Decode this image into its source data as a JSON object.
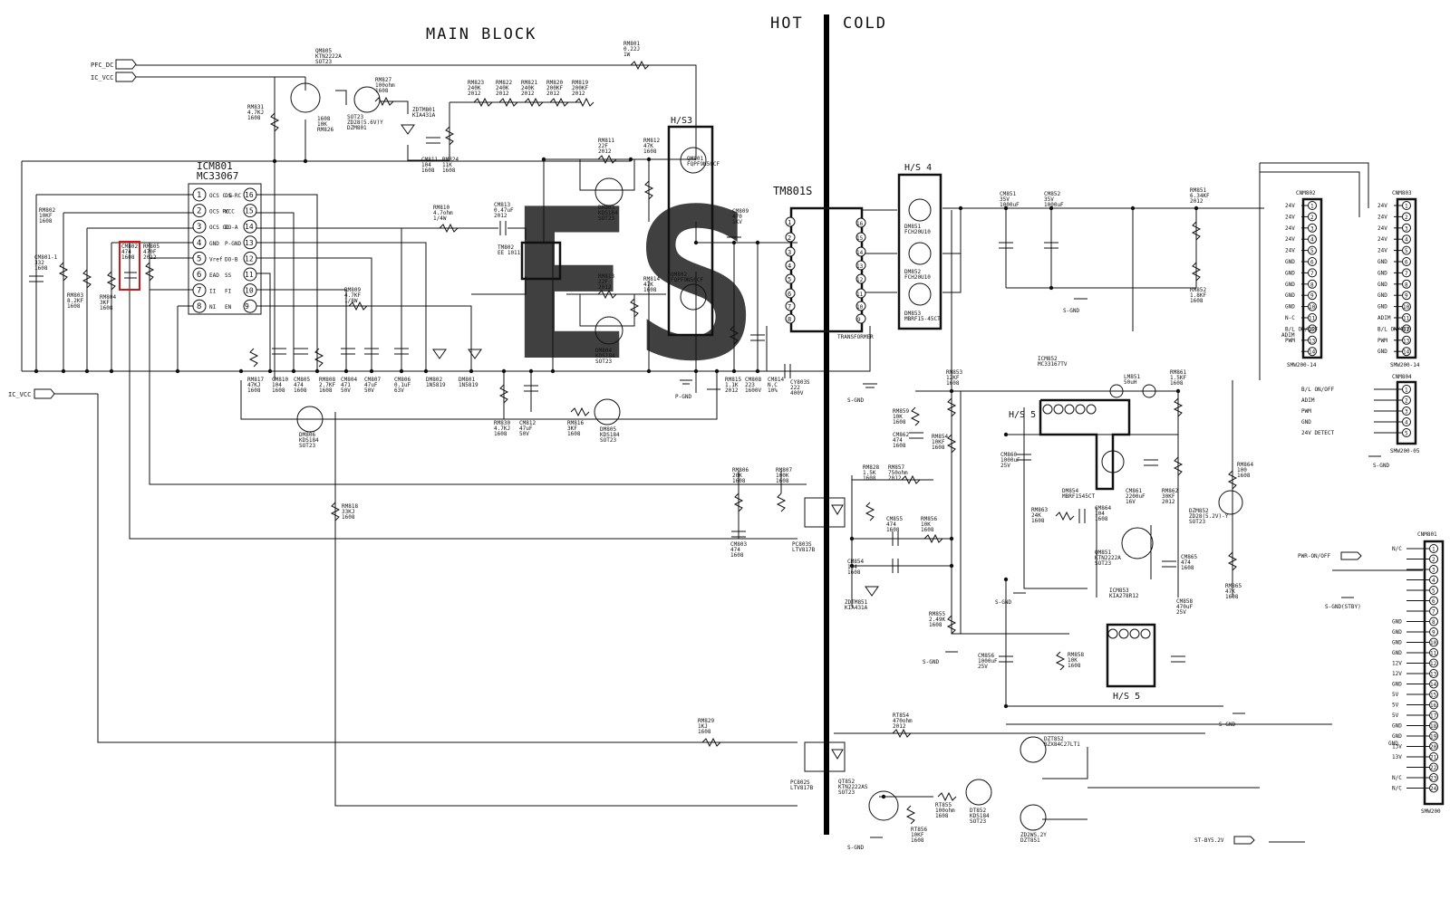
{
  "title": "MAIN BLOCK",
  "hot_label": "HOT",
  "cold_label": "COLD",
  "watermark": "ES",
  "ic_main": {
    "ref": "ICM801",
    "part": "MC33067",
    "left_pins": [
      {
        "n": "1",
        "name": "OCS C-G"
      },
      {
        "n": "2",
        "name": "OCS RC"
      },
      {
        "n": "3",
        "name": "OCS CC"
      },
      {
        "n": "4",
        "name": "GND"
      },
      {
        "n": "5",
        "name": "Vref"
      },
      {
        "n": "6",
        "name": "EAD"
      },
      {
        "n": "7",
        "name": "II"
      },
      {
        "n": "8",
        "name": "NI"
      }
    ],
    "right_pins": [
      {
        "n": "16",
        "name": "OS-RC"
      },
      {
        "n": "15",
        "name": "VCC"
      },
      {
        "n": "14",
        "name": "DO-A"
      },
      {
        "n": "13",
        "name": "P-GND"
      },
      {
        "n": "12",
        "name": "DO-B"
      },
      {
        "n": "11",
        "name": "SS"
      },
      {
        "n": "10",
        "name": "FI"
      },
      {
        "n": "9",
        "name": "EN"
      }
    ]
  },
  "nets": {
    "pfc_dc": "PFC_DC",
    "ic_vcc": "IC_VCC",
    "ic_vcc2": "IC_VCC",
    "p_gnd": "P-GND",
    "s_gnd": "S-GND",
    "s_gnd_stby": "S-GND(STBY)",
    "pwr_on_off": "PWR-ON/OFF",
    "st_by": "ST-BY5.2V"
  },
  "heatsinks": {
    "hs3": "H/S3",
    "hs4": "H/S 4",
    "hs5a": "H/S 5",
    "hs5b": "H/S 5"
  },
  "transformer": {
    "ref": "TM801S",
    "note": "TRANSFORMER",
    "pins": [
      "1",
      "2",
      "3",
      "4",
      "5",
      "6",
      "7",
      "8",
      "16",
      "15",
      "14",
      "13",
      "12",
      "11",
      "10",
      "9"
    ]
  },
  "labels": [
    {
      "id": "rm801",
      "lines": [
        "RM801",
        "0.22J",
        "1W"
      ]
    },
    {
      "id": "qm805",
      "lines": [
        "QM805",
        "KTN2222A",
        "SOT23"
      ]
    },
    {
      "id": "rm827",
      "lines": [
        "RM827",
        "100ohm",
        "1608"
      ]
    },
    {
      "id": "rm831",
      "lines": [
        "RM831",
        "4.7KJ",
        "1608"
      ]
    },
    {
      "id": "sot23a",
      "lines": [
        "SOT23",
        "ZD28(5.6V)Y",
        "DZM801"
      ]
    },
    {
      "id": "rm826",
      "lines": [
        "1608",
        "10K",
        "RM826"
      ]
    },
    {
      "id": "ztm801",
      "lines": [
        "ZDTM801",
        "KIA431A"
      ]
    },
    {
      "id": "rm823",
      "lines": [
        "RM823",
        "240K",
        "2012"
      ]
    },
    {
      "id": "rm822",
      "lines": [
        "RM822",
        "240K",
        "2012"
      ]
    },
    {
      "id": "rm821",
      "lines": [
        "RM821",
        "240K",
        "2012"
      ]
    },
    {
      "id": "rm820",
      "lines": [
        "RM820",
        "200KF",
        "2012"
      ]
    },
    {
      "id": "rm819",
      "lines": [
        "RM819",
        "200KF",
        "2012"
      ]
    },
    {
      "id": "cm811",
      "lines": [
        "CM811",
        "104",
        "1608"
      ]
    },
    {
      "id": "rm824",
      "lines": [
        "RM824",
        "11K",
        "1608"
      ]
    },
    {
      "id": "rm802",
      "lines": [
        "RM802",
        "10KF",
        "1608"
      ]
    },
    {
      "id": "cm8011",
      "lines": [
        "CM801-1",
        "332",
        "1608"
      ]
    },
    {
      "id": "rm803",
      "lines": [
        "RM803",
        "8.2KF",
        "1608"
      ]
    },
    {
      "id": "cm802",
      "lines": [
        "CM802",
        "474",
        "1608"
      ]
    },
    {
      "id": "rm804",
      "lines": [
        "RM804",
        "3KF",
        "1608"
      ]
    },
    {
      "id": "rm805",
      "lines": [
        "RM805",
        "470F",
        "2012"
      ]
    },
    {
      "id": "rm811",
      "lines": [
        "RM811",
        "22F",
        "2012"
      ]
    },
    {
      "id": "rm812",
      "lines": [
        "RM812",
        "47K",
        "1608"
      ]
    },
    {
      "id": "dm803",
      "lines": [
        "DM803",
        "KDS184",
        "SOT23"
      ]
    },
    {
      "id": "qm801",
      "lines": [
        "QM801",
        "FQPF9N50CF"
      ]
    },
    {
      "id": "qm802",
      "lines": [
        "QM802",
        "FQPF9N50CF"
      ]
    },
    {
      "id": "cm813",
      "lines": [
        "CM813",
        "0.47uF",
        "2012"
      ]
    },
    {
      "id": "rm810",
      "lines": [
        "RM810",
        "4.7ohm",
        "1/4W"
      ]
    },
    {
      "id": "tm802",
      "lines": [
        "TM802",
        "EE 1011"
      ]
    },
    {
      "id": "rm813",
      "lines": [
        "RM813",
        "22F",
        "2012"
      ]
    },
    {
      "id": "rm814",
      "lines": [
        "RM814",
        "47K",
        "1608"
      ]
    },
    {
      "id": "dm804",
      "lines": [
        "DM804",
        "KDS184",
        "SOT23"
      ]
    },
    {
      "id": "rm809",
      "lines": [
        "RM809",
        "4.7KF",
        "1/8W"
      ]
    },
    {
      "id": "cm809",
      "lines": [
        "CM809",
        "470",
        "1KV"
      ]
    },
    {
      "id": "rm817",
      "lines": [
        "RM817",
        "47KJ",
        "1608"
      ]
    },
    {
      "id": "cm810",
      "lines": [
        "CM810",
        "104",
        "1608"
      ]
    },
    {
      "id": "cm805",
      "lines": [
        "CM805",
        "474",
        "1608"
      ]
    },
    {
      "id": "rm808",
      "lines": [
        "RM808",
        "2.7KF",
        "1608"
      ]
    },
    {
      "id": "cm804",
      "lines": [
        "CM804",
        "471",
        "50V"
      ]
    },
    {
      "id": "cm807",
      "lines": [
        "CM807",
        "47uF",
        "50V"
      ]
    },
    {
      "id": "cm806",
      "lines": [
        "CM806",
        "0.1uF",
        "63V"
      ]
    },
    {
      "id": "dm802",
      "lines": [
        "DM802",
        "1N5819"
      ]
    },
    {
      "id": "dm801",
      "lines": [
        "DM801",
        "1N5819"
      ]
    },
    {
      "id": "rm815",
      "lines": [
        "RM815",
        "1.1K",
        "2012"
      ]
    },
    {
      "id": "cm808",
      "lines": [
        "CM808",
        "223",
        "1600V"
      ]
    },
    {
      "id": "cm814",
      "lines": [
        "CM814",
        "N.C",
        "10%"
      ]
    },
    {
      "id": "cy803s",
      "lines": [
        "CY803S",
        "222",
        "400V"
      ]
    },
    {
      "id": "rm830",
      "lines": [
        "RM830",
        "4.7KJ",
        "1608"
      ]
    },
    {
      "id": "cm812",
      "lines": [
        "CM812",
        "47uF",
        "50V"
      ]
    },
    {
      "id": "rm816",
      "lines": [
        "RM816",
        "3KF",
        "1608"
      ]
    },
    {
      "id": "dm805",
      "lines": [
        "DM805",
        "KDS184",
        "SOT23"
      ]
    },
    {
      "id": "dm806",
      "lines": [
        "DM806",
        "KDS184",
        "SOT23"
      ]
    },
    {
      "id": "rm818",
      "lines": [
        "RM818",
        "33KJ",
        "1608"
      ]
    },
    {
      "id": "rm806",
      "lines": [
        "RM806",
        "20K",
        "1608"
      ]
    },
    {
      "id": "rm807",
      "lines": [
        "RM807",
        "100K",
        "1608"
      ]
    },
    {
      "id": "cm803",
      "lines": [
        "CM803",
        "474",
        "1608"
      ]
    },
    {
      "id": "pc803s",
      "lines": [
        "PC803S",
        "LTV817B"
      ]
    },
    {
      "id": "rm829",
      "lines": [
        "RM829",
        "1KJ",
        "1608"
      ]
    },
    {
      "id": "pc802s",
      "lines": [
        "PC802S",
        "LTV817B"
      ]
    },
    {
      "id": "dm851",
      "lines": [
        "DM851",
        "FCH20U10"
      ]
    },
    {
      "id": "dm852",
      "lines": [
        "DM852",
        "FCH20U10"
      ]
    },
    {
      "id": "dm853",
      "lines": [
        "DM853",
        "MBRF15-45CT"
      ]
    },
    {
      "id": "cm851",
      "lines": [
        "CM851",
        "35V",
        "1000uF"
      ]
    },
    {
      "id": "cm852",
      "lines": [
        "CM852",
        "35V",
        "1000uF"
      ]
    },
    {
      "id": "rm851",
      "lines": [
        "RM851",
        "6.34KF",
        "2012"
      ]
    },
    {
      "id": "rm852",
      "lines": [
        "RM852",
        "1.8KF",
        "1608"
      ]
    },
    {
      "id": "icm852",
      "lines": [
        "ICM852",
        "MC33167TV"
      ]
    },
    {
      "id": "lm851",
      "lines": [
        "LM851",
        "50uH"
      ]
    },
    {
      "id": "rm861",
      "lines": [
        "RM861",
        "1.5KF",
        "1608"
      ]
    },
    {
      "id": "rm853",
      "lines": [
        "RM853",
        "12KF",
        "1608"
      ]
    },
    {
      "id": "rm859",
      "lines": [
        "RM859",
        "10K",
        "1608"
      ]
    },
    {
      "id": "cm862",
      "lines": [
        "CM862",
        "474",
        "1608"
      ]
    },
    {
      "id": "rm854",
      "lines": [
        "RM854",
        "10KF",
        "1608"
      ]
    },
    {
      "id": "cm860",
      "lines": [
        "CM860",
        "1000uF",
        "25V"
      ]
    },
    {
      "id": "dm854",
      "lines": [
        "DM854",
        "MBRF1545CT"
      ]
    },
    {
      "id": "cm861",
      "lines": [
        "CM861",
        "2200uF",
        "16V"
      ]
    },
    {
      "id": "rm862",
      "lines": [
        "RM862",
        "30KF",
        "2012"
      ]
    },
    {
      "id": "rm828",
      "lines": [
        "RM828",
        "1.5K",
        "1608"
      ]
    },
    {
      "id": "rm857",
      "lines": [
        "RM857",
        "750ohm",
        "2012"
      ]
    },
    {
      "id": "cm855",
      "lines": [
        "CM855",
        "474",
        "1608"
      ]
    },
    {
      "id": "rm856",
      "lines": [
        "RM856",
        "10K",
        "1608"
      ]
    },
    {
      "id": "cm854",
      "lines": [
        "CM854",
        "104",
        "1608"
      ]
    },
    {
      "id": "ztm851",
      "lines": [
        "ZDTM851",
        "KIA431A"
      ]
    },
    {
      "id": "rm855",
      "lines": [
        "RM855",
        "2.49K",
        "1608"
      ]
    },
    {
      "id": "rm863",
      "lines": [
        "RM863",
        "24K",
        "1608"
      ]
    },
    {
      "id": "cm864",
      "lines": [
        "CM864",
        "104",
        "1608"
      ]
    },
    {
      "id": "qm851",
      "lines": [
        "QM851",
        "KTN2222A",
        "SOT23"
      ]
    },
    {
      "id": "rm864",
      "lines": [
        "RM864",
        "100",
        "1608"
      ]
    },
    {
      "id": "dzm852",
      "lines": [
        "DZM852",
        "ZD28(5.2V)-Y",
        "SOT23"
      ]
    },
    {
      "id": "cm865",
      "lines": [
        "CM865",
        "474",
        "1608"
      ]
    },
    {
      "id": "rm865",
      "lines": [
        "RM865",
        "47K",
        "1608"
      ]
    },
    {
      "id": "icm853",
      "lines": [
        "ICM853",
        "KIA278R12"
      ]
    },
    {
      "id": "cm856",
      "lines": [
        "CM856",
        "1000uF",
        "25V"
      ]
    },
    {
      "id": "rm858",
      "lines": [
        "RM858",
        "10K",
        "1608"
      ]
    },
    {
      "id": "cm858",
      "lines": [
        "CM858",
        "470uF",
        "25V"
      ]
    },
    {
      "id": "rt854",
      "lines": [
        "RT854",
        "470ohm",
        "2012"
      ]
    },
    {
      "id": "qt852",
      "lines": [
        "QT852",
        "KTN2222AS",
        "SOT23"
      ]
    },
    {
      "id": "rt855",
      "lines": [
        "RT855",
        "100ohm",
        "1608"
      ]
    },
    {
      "id": "dt852",
      "lines": [
        "DT852",
        "KDS184",
        "SOT23"
      ]
    },
    {
      "id": "dzt852",
      "lines": [
        "DZT852",
        "BZX84C27LT1"
      ]
    },
    {
      "id": "rt856",
      "lines": [
        "RT856",
        "10KF",
        "1608"
      ]
    },
    {
      "id": "dzt851",
      "lines": [
        "ZD2WS.2Y",
        "DZT851"
      ]
    }
  ],
  "cnm802": {
    "ref": "CNM802",
    "type": "SMW200-14",
    "signals": [
      "24V",
      "24V",
      "24V",
      "24V",
      "24V",
      "GND",
      "GND",
      "GND",
      "GND",
      "GND",
      "N-C",
      "B/L ON/OFF",
      "PWM",
      ""
    ]
  },
  "cnm803": {
    "ref": "CNM803",
    "type": "SMW200-14",
    "signals": [
      "24V",
      "24V",
      "24V",
      "24V",
      "24V",
      "GND",
      "GND",
      "GND",
      "GND",
      "GND",
      "ADIM",
      "B/L ON/OFF",
      "PWM",
      "GND"
    ]
  },
  "cnm804": {
    "ref": "CNM804",
    "type": "SMW200-05",
    "signals": [
      "B/L ON/OFF",
      "ADIM",
      "PWM",
      "GND",
      "24V DETECT"
    ]
  },
  "cnm801": {
    "ref": "CNM801",
    "type": "SMW200",
    "signals": [
      "N/C",
      "",
      "",
      "",
      "",
      "",
      "",
      "GND",
      "GND",
      "GND",
      "GND",
      "12V",
      "12V",
      "GND",
      "5V",
      "5V",
      "5V",
      "GND",
      "GND",
      "13V",
      "13V",
      "",
      "N/C",
      "N/C"
    ]
  },
  "cnm802_extra": "ADIM",
  "cnm801_extra": "GND"
}
